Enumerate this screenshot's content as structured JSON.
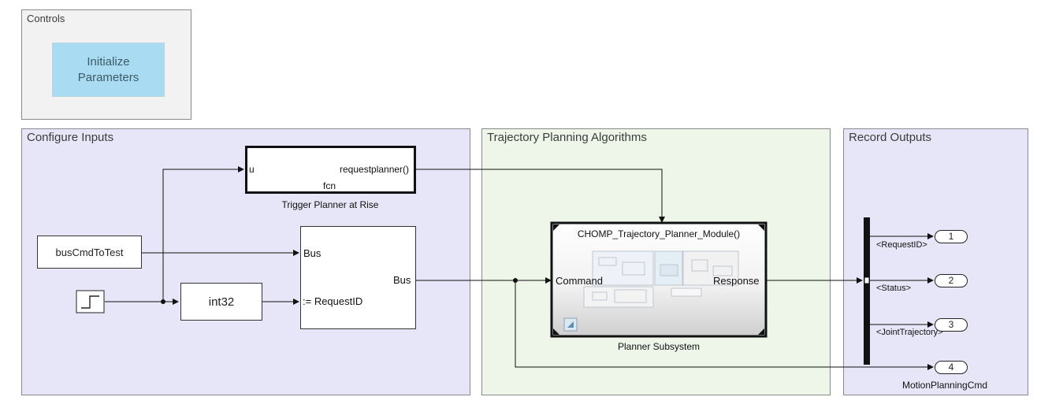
{
  "areas": {
    "controls": "Controls",
    "configure": "Configure Inputs",
    "trajectory": "Trajectory Planning Algorithms",
    "record": "Record Outputs"
  },
  "controls": {
    "init_button": "Initialize\nParameters"
  },
  "blocks": {
    "bus_cmd": "busCmdToTest",
    "int32": "int32",
    "trigger": {
      "port_in": "u",
      "fcn_call": "requestplanner()",
      "fcn": "fcn",
      "caption": "Trigger Planner at Rise"
    },
    "bus_assign": {
      "in1": "Bus",
      "in2": ":= RequestID",
      "out": "Bus"
    },
    "planner": {
      "title": "CHOMP_Trajectory_Planner_Module()",
      "in": "Command",
      "out": "Response",
      "caption": "Planner Subsystem"
    }
  },
  "signals": [
    "<RequestID>",
    "<Status>",
    "<JointTrajectory>"
  ],
  "outports": [
    {
      "num": "1"
    },
    {
      "num": "2"
    },
    {
      "num": "3"
    },
    {
      "num": "4",
      "label": "MotionPlanningCmd"
    }
  ],
  "colors": {
    "controls_bg": "#f2f2f2",
    "configure_bg": "#e7e6f8",
    "trajectory_bg": "#eef6e9",
    "button_bg": "#a9dcf2"
  }
}
